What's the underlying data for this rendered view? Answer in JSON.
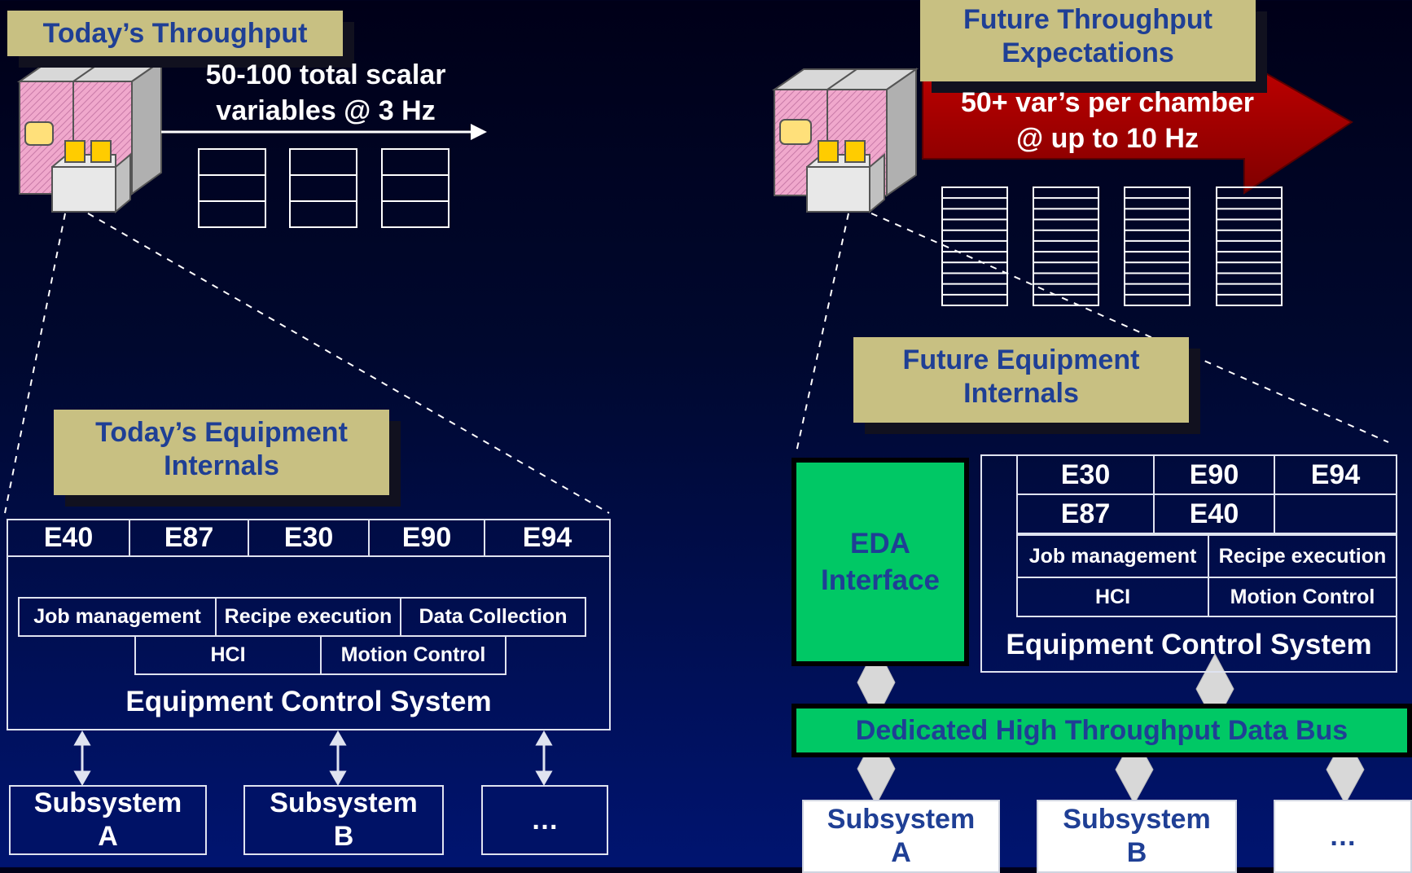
{
  "left": {
    "throughput_label": "Today’s Throughput",
    "throughput_text_line1": "50-100 total scalar",
    "throughput_text_line2": "variables @ 3 Hz",
    "internals_label_line1": "Today’s Equipment",
    "internals_label_line2": "Internals",
    "tabs": [
      "E40",
      "E87",
      "E30",
      "E90",
      "E94"
    ],
    "modules_row1": [
      "Job management",
      "Recipe execution",
      "Data Collection"
    ],
    "modules_row2": [
      "HCI",
      "Motion Control"
    ],
    "system_label": "Equipment Control System",
    "subsystems": [
      {
        "line1": "Subsystem",
        "line2": "A"
      },
      {
        "line1": "Subsystem",
        "line2": "B"
      },
      {
        "line1": "…",
        "line2": ""
      }
    ]
  },
  "right": {
    "throughput_label_line1": "Future Throughput",
    "throughput_label_line2": "Expectations",
    "arrow_text_line1": "50+ var’s per chamber",
    "arrow_text_line2": "@ up to 10 Hz",
    "internals_label_line1": "Future Equipment",
    "internals_label_line2": "Internals",
    "eda_line1": "EDA",
    "eda_line2": "Interface",
    "grid_row1": [
      "E30",
      "E90",
      "E94"
    ],
    "grid_row2": [
      "E87",
      "E40",
      ""
    ],
    "modules_row1": [
      "Job management",
      "Recipe execution"
    ],
    "modules_row2": [
      "HCI",
      "Motion Control"
    ],
    "system_label": "Equipment Control System",
    "bus_label": "Dedicated High Throughput Data Bus",
    "subsystems": [
      {
        "line1": "Subsystem",
        "line2": "A"
      },
      {
        "line1": "Subsystem",
        "line2": "B"
      },
      {
        "line1": "…",
        "line2": ""
      }
    ]
  },
  "colors": {
    "label_bg": "#c8c082",
    "label_text": "#1f3f95",
    "arrow_red": "#a00000",
    "bus_green": "#00c865",
    "server_pink": "#e8a0c8"
  }
}
